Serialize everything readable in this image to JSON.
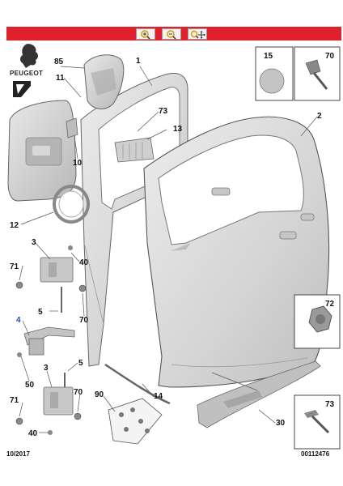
{
  "brand": {
    "name": "PEUGEOT"
  },
  "toolbar": {
    "buttons": [
      {
        "icon": "zoom-in-icon"
      },
      {
        "icon": "zoom-out-icon"
      },
      {
        "icon": "pan-zoom-icon"
      }
    ]
  },
  "callouts": {
    "p85": "85",
    "p11": "11",
    "p1": "1",
    "p73a": "73",
    "p13": "13",
    "p10": "10",
    "p2": "2",
    "p12": "12",
    "p3a": "3",
    "p71a": "71",
    "p40a": "40",
    "p5a": "5",
    "p70a": "70",
    "p4": "4",
    "p50": "50",
    "p5b": "5",
    "p3b": "3",
    "p71b": "71",
    "p70b": "70",
    "p40b": "40",
    "p90": "90",
    "p14": "14",
    "p30": "30"
  },
  "insets": {
    "inset15": {
      "label": "15"
    },
    "inset70": {
      "label": "70"
    },
    "inset72": {
      "label": "72"
    },
    "inset73": {
      "label": "73"
    }
  },
  "footer": {
    "date": "10/2017",
    "ref": "00112476"
  }
}
